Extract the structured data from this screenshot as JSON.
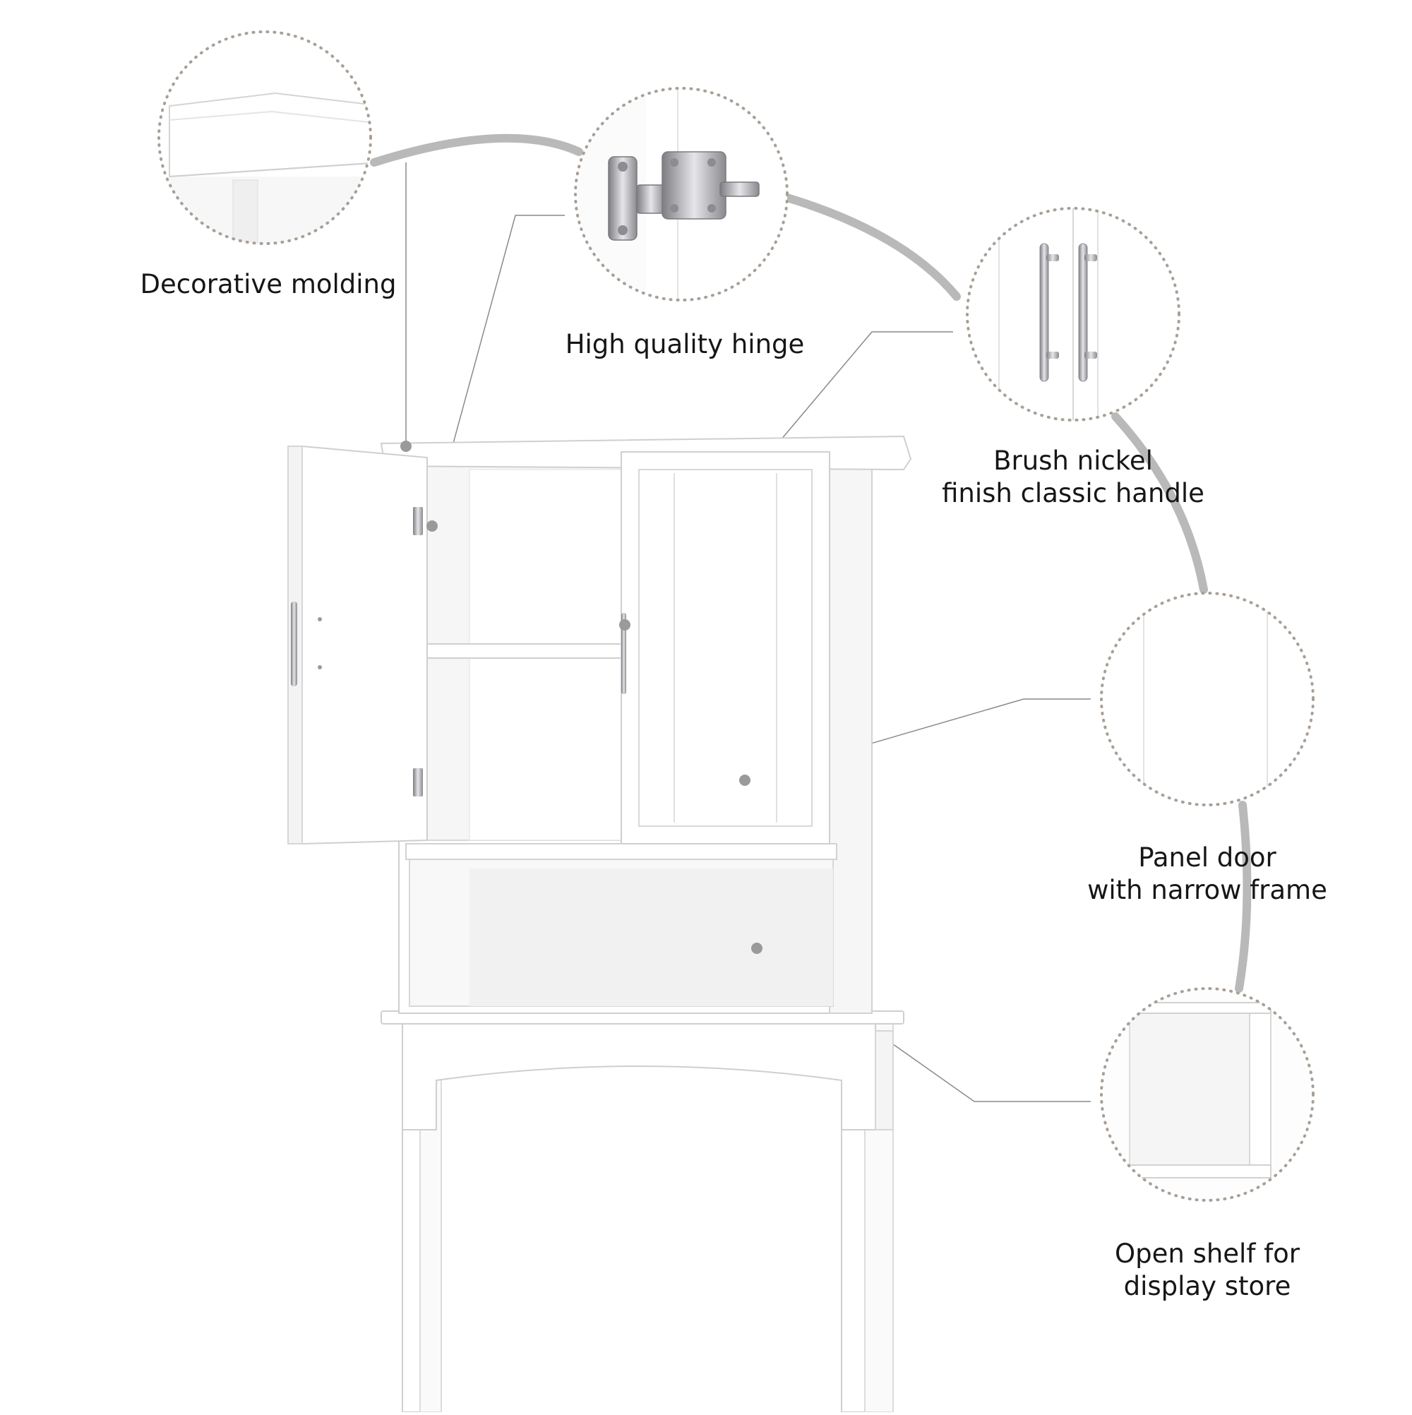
{
  "features": {
    "molding": {
      "label": "Decorative molding"
    },
    "hinge": {
      "label": "High quality hinge"
    },
    "handle": {
      "line1": "Brush nickel",
      "line2": "finish classic handle"
    },
    "panel_door": {
      "line1": "Panel door",
      "line2": "with narrow frame"
    },
    "open_shelf": {
      "line1": "Open shelf for",
      "line2": "display store"
    }
  },
  "colors": {
    "arc": "#b9b9b9",
    "dotted_border": "#a89f96",
    "leader_line": "#8a8a8a",
    "marker_dot": "#9a9a9a",
    "cabinet": "#ffffff",
    "cabinet_edge": "#cfcfcf",
    "interior_shade": "#f1f1f1",
    "metal": "#a9a9ad"
  },
  "icons": [
    "dotted-circle-callout",
    "hinge-icon",
    "handle-icon",
    "molding-icon",
    "shelf-icon",
    "marker-dot-icon"
  ]
}
